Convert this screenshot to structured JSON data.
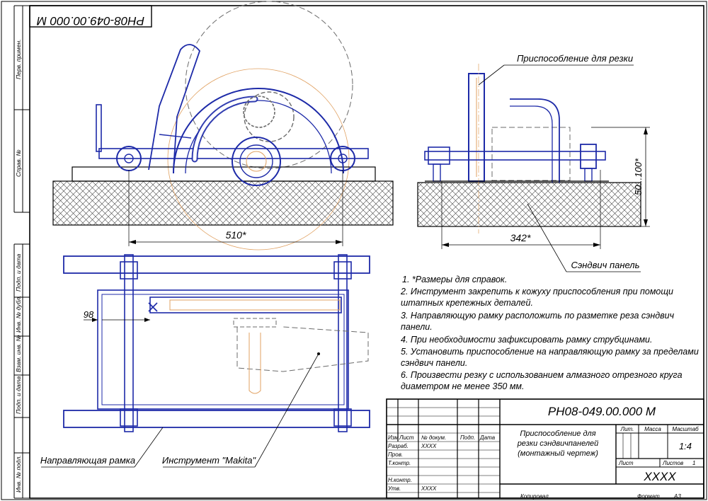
{
  "drawing_number": "РН08-049.00.000 М",
  "drawing_number_stamp": "РН08-049.00.000 М",
  "left_strip": [
    "Перв. примен.",
    "Справ. №",
    "Подп. и дата",
    "Инв. № дубл.",
    "Взам. инв. №",
    "Подп. и дата",
    "Инв. № подл."
  ],
  "callouts": {
    "fixture": "Приспособление для резки",
    "sandwich": "Сэндвич панель",
    "guide": "Направляющая рамка",
    "tool": "Инструмент \"Makita\""
  },
  "dimensions": {
    "d510": "510*",
    "d342": "342*",
    "d98": "98",
    "d50_100": "50...100*"
  },
  "notes": [
    "1. *Размеры для справок.",
    "2. Инструмент закрепить к кожуху приспособления при помощи",
    "штатных крепежных деталей.",
    "3. Направляющую рамку расположить по разметке реза сэндвич",
    "панели.",
    "4. При необходимости зафиксировать рамку струбцинами.",
    "5. Установить приспособление на направляющую рамку за пределами",
    "сэндвич панели.",
    "6. Произвести резку с использованием алмазного отрезного круга",
    "диаметром не менее 350 мм."
  ],
  "title_block": {
    "designation": "РН08-049.00.000 М",
    "name_lines": [
      "Приспособление для",
      "резки сэндвичпанелей",
      "(монтажный чертеж)"
    ],
    "hdr_izm": "Изм",
    "hdr_list": "Лист",
    "hdr_doc": "№ докум.",
    "hdr_sign": "Подп.",
    "hdr_date": "Дата",
    "row_razrab": "Разраб.",
    "row_prov": "Пров.",
    "row_tkontr": "Т.контр.",
    "row_nkontr": "Н.контр.",
    "row_utv": "Утв.",
    "razrab_name": "ХХХХ",
    "utv_name": "ХХХХ",
    "lit": "Лит.",
    "massa": "Масса",
    "masshtab": "Масштаб",
    "scale": "1:4",
    "list": "Лист",
    "listov": "Листов",
    "listov_val": "1",
    "org": "ХХХХ",
    "kopiroval": "Копировал",
    "format": "Формат",
    "format_val": "А3"
  },
  "colors": {
    "part": "#1d2aa8",
    "dashed": "#6b6b6b",
    "axis": "#e0a060",
    "line": "#000000"
  }
}
